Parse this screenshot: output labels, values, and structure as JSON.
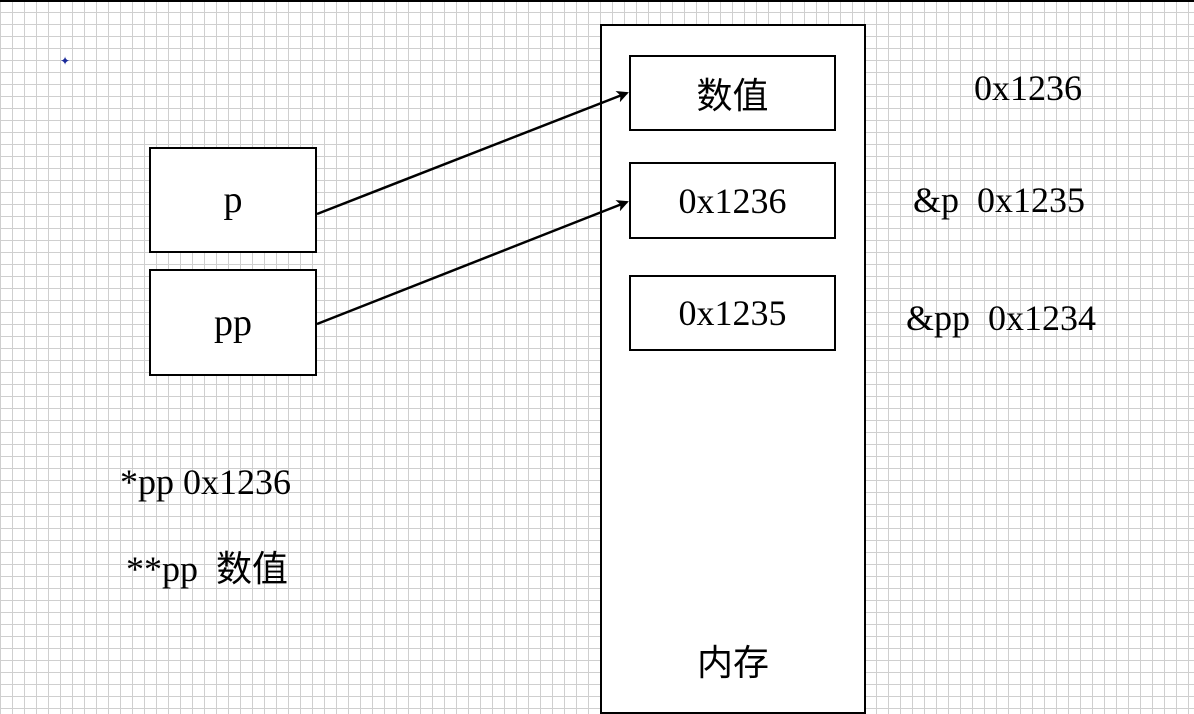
{
  "pointer_boxes": {
    "p": "p",
    "pp": "pp"
  },
  "memory": {
    "title": "内存",
    "cells": [
      "数值",
      "0x1236",
      "0x1235"
    ]
  },
  "addresses": {
    "value": "0x1236",
    "p": "&p  0x1235",
    "pp": "&pp  0x1234"
  },
  "notes": {
    "deref_one": "*pp 0x1236",
    "deref_two": "**pp  数值"
  },
  "colors": {
    "grid": "#cfcfcf",
    "stroke": "#000000",
    "marker": "#1a2a9a"
  }
}
